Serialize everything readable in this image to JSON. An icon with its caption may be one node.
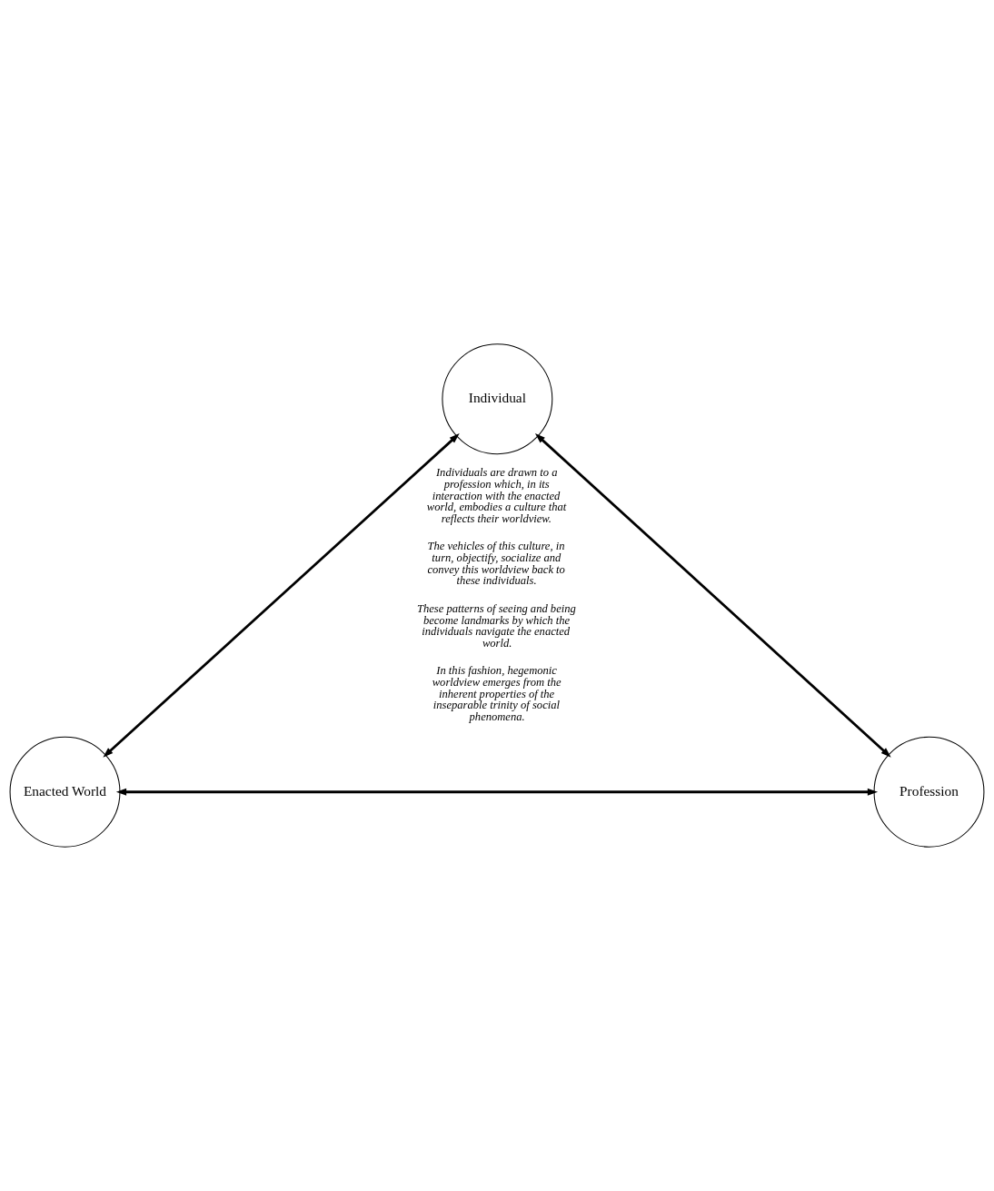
{
  "diagram": {
    "nodes": [
      {
        "text": [
          "Individual"
        ]
      },
      {
        "text": [
          "Enacted World"
        ]
      },
      {
        "text": [
          "Profession"
        ]
      }
    ],
    "edges": [
      {
        "from": 0,
        "to": 1,
        "arrow": "both"
      },
      {
        "from": 0,
        "to": 2,
        "arrow": "both"
      },
      {
        "from": 1,
        "to": 2,
        "arrow": "both"
      }
    ],
    "labels": [
      "Individuals are drawn to a profession which, in its interaction with the enacted world, embodies a culture that reflects their worldview.",
      "The vehicles of this culture, in turn, objectify, socialize and convey this worldview back to these individuals.",
      "These patterns of seeing and being become landmarks by which the individuals navigate the enacted world.",
      "In this fashion, hegemonic worldview emerges from the inherent properties of the inseparable trinity of social phenomena."
    ]
  }
}
